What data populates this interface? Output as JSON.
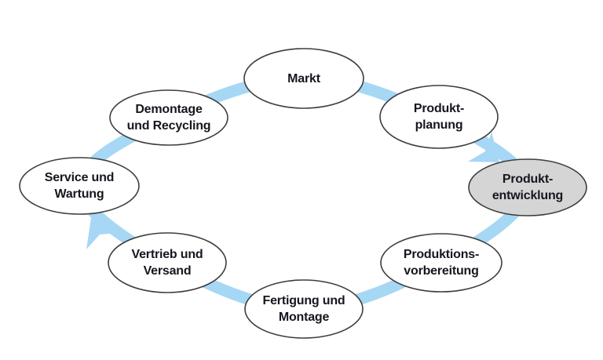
{
  "diagram": {
    "kind": "cycle",
    "language": "de",
    "colors": {
      "arrow_blue": "#a6d7f5",
      "node_fill": "#ffffff",
      "highlight_fill": "#d5d5d5",
      "outline": "#3d3d3d",
      "text": "#16161f"
    },
    "nodes": [
      {
        "id": "markt",
        "label": "Markt",
        "line1": "Markt",
        "line2": "",
        "highlighted": false
      },
      {
        "id": "produktplanung",
        "label": "Produkt­planung",
        "line1": "Produkt-",
        "line2": "planung",
        "highlighted": false
      },
      {
        "id": "produktentwicklung",
        "label": "Produkt­entwicklung",
        "line1": "Produkt-",
        "line2": "entwicklung",
        "highlighted": true
      },
      {
        "id": "produktionsvorbereitung",
        "label": "Produktions­vorbereitung",
        "line1": "Produktions-",
        "line2": "vorbereitung",
        "highlighted": false
      },
      {
        "id": "fertigung-montage",
        "label": "Fertigung und Montage",
        "line1": "Fertigung und",
        "line2": "Montage",
        "highlighted": false
      },
      {
        "id": "vertrieb-versand",
        "label": "Vertrieb und Versand",
        "line1": "Vertrieb und",
        "line2": "Versand",
        "highlighted": false
      },
      {
        "id": "service-wartung",
        "label": "Service und Wartung",
        "line1": "Service und",
        "line2": "Wartung",
        "highlighted": false
      },
      {
        "id": "demontage-recycling",
        "label": "Demontage und Recycling",
        "line1": "Demontage",
        "line2": "und Recycling",
        "highlighted": false
      }
    ],
    "cycle_order": [
      "Markt",
      "Produktplanung",
      "Produktentwicklung",
      "Produktionsvorbereitung",
      "Fertigung und Montage",
      "Vertrieb und Versand",
      "Service und Wartung",
      "Demontage und Recycling"
    ]
  }
}
